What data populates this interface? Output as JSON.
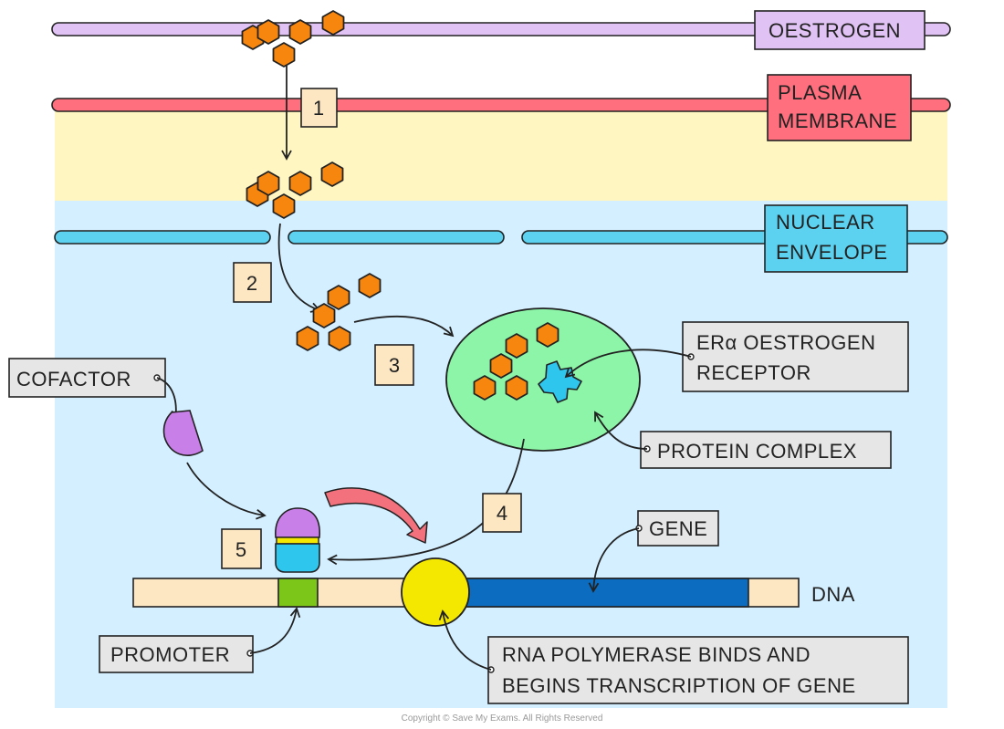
{
  "labels": {
    "oestrogen": "OESTROGEN",
    "plasma_membrane_line1": "PLASMA",
    "plasma_membrane_line2": "MEMBRANE",
    "nuclear_envelope_line1": "NUCLEAR",
    "nuclear_envelope_line2": "ENVELOPE",
    "er_receptor_line1": "ERα OESTROGEN",
    "er_receptor_line2": "RECEPTOR",
    "protein_complex": "PROTEIN  COMPLEX",
    "cofactor": "COFACTOR",
    "gene": "GENE",
    "dna": "DNA",
    "promoter": "PROMOTER",
    "rna_polymerase_line1": "RNA  POLYMERASE  BINDS  AND",
    "rna_polymerase_line2": "BEGINS  TRANSCRIPTION  OF  GENE"
  },
  "steps": [
    "1",
    "2",
    "3",
    "4",
    "5"
  ],
  "copyright": "Copyright © Save My Exams. All Rights Reserved",
  "colors": {
    "oestrogen_membrane": "#e1c2f4",
    "plasma_membrane": "#ff6f7d",
    "cytoplasm": "#fff6c2",
    "nucleoplasm": "#d4efff",
    "nuclear_envelope": "#5cd2f0",
    "oestrogen_molecule": "#f7860f",
    "protein_complex": "#8cf5a8",
    "receptor": "#2fc6ee",
    "cofactor": "#c97fe8",
    "promoter": "#7bc618",
    "gene": "#0c6cbf",
    "rna_polymerase": "#f5e800",
    "dna": "#fde7c2"
  }
}
